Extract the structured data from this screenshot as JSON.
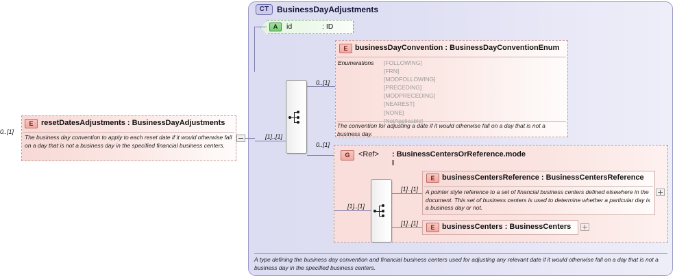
{
  "diagram": {
    "kind": "xsd-schema-diagram",
    "colors": {
      "complex_type_fill": "#dcdcf2",
      "complex_type_border": "#9a9ac8",
      "element_fill": "#f7d9d6",
      "element_border": "#cfa9a5",
      "attribute_fill": "#e3f5e1",
      "attribute_border": "#7a9a7a",
      "enumeration_text": "#9a9a9a"
    }
  },
  "complex_type": {
    "badge": "CT",
    "badge_icon": "complex-type-icon",
    "title": "BusinessDayAdjustments",
    "documentation": "A type defining the business day convention and financial business centers used for adjusting any relevant date if it would otherwise fall on a day that is not a business day in the specified business centers."
  },
  "attribute": {
    "badge": "A",
    "badge_icon": "attribute-icon",
    "name": "id",
    "type": ": ID"
  },
  "referring_element": {
    "badge": "E",
    "badge_icon": "element-icon",
    "title": "resetDatesAdjustments : BusinessDayAdjustments",
    "documentation": "The business day convention to apply to each reset date if it would otherwise fall on a day that is not a business day in the specified financial business centers.",
    "cardinality": "0..[1]",
    "expander": "minus-icon"
  },
  "connectors": {
    "sequence_1": {
      "icon": "sequence-connector-icon",
      "input_cardinality": "[1]..[1]"
    },
    "sequence_2": {
      "icon": "sequence-connector-icon",
      "input_cardinality": "[1]..[1]"
    }
  },
  "business_day_convention": {
    "badge": "E",
    "badge_icon": "element-icon",
    "title": "businessDayConvention : BusinessDayConventionEnum",
    "cardinality": "0..[1]",
    "enumerations_label": "Enumerations",
    "enumerations": [
      "[FOLLOWING]",
      "[FRN]",
      "[MODFOLLOWING]",
      "[PRECEDING]",
      "[MODPRECEDING]",
      "[NEAREST]",
      "[NONE]",
      "[NotApplicable]"
    ],
    "documentation": "The convention for adjusting a date if it would otherwise fall on a day that is not a business day."
  },
  "group_ref": {
    "badge": "G",
    "badge_icon": "group-icon",
    "ref_label": "<Ref>",
    "type": ": BusinessCentersOrReference.mode",
    "type_wrap": "l",
    "cardinality": "0..[1]"
  },
  "business_centers_reference": {
    "badge": "E",
    "badge_icon": "element-icon",
    "title": "businessCentersReference : BusinessCentersReference",
    "documentation": "A pointer style reference to a set of financial business centers defined elsewhere in the document. This set of business centers is used to determine whether a particular day is a business day or not.",
    "cardinality": "[1]..[1]",
    "expander": "plus-icon"
  },
  "business_centers": {
    "badge": "E",
    "badge_icon": "element-icon",
    "title": "businessCenters : BusinessCenters",
    "cardinality": "[1]..[1]",
    "expander": "plus-icon"
  }
}
